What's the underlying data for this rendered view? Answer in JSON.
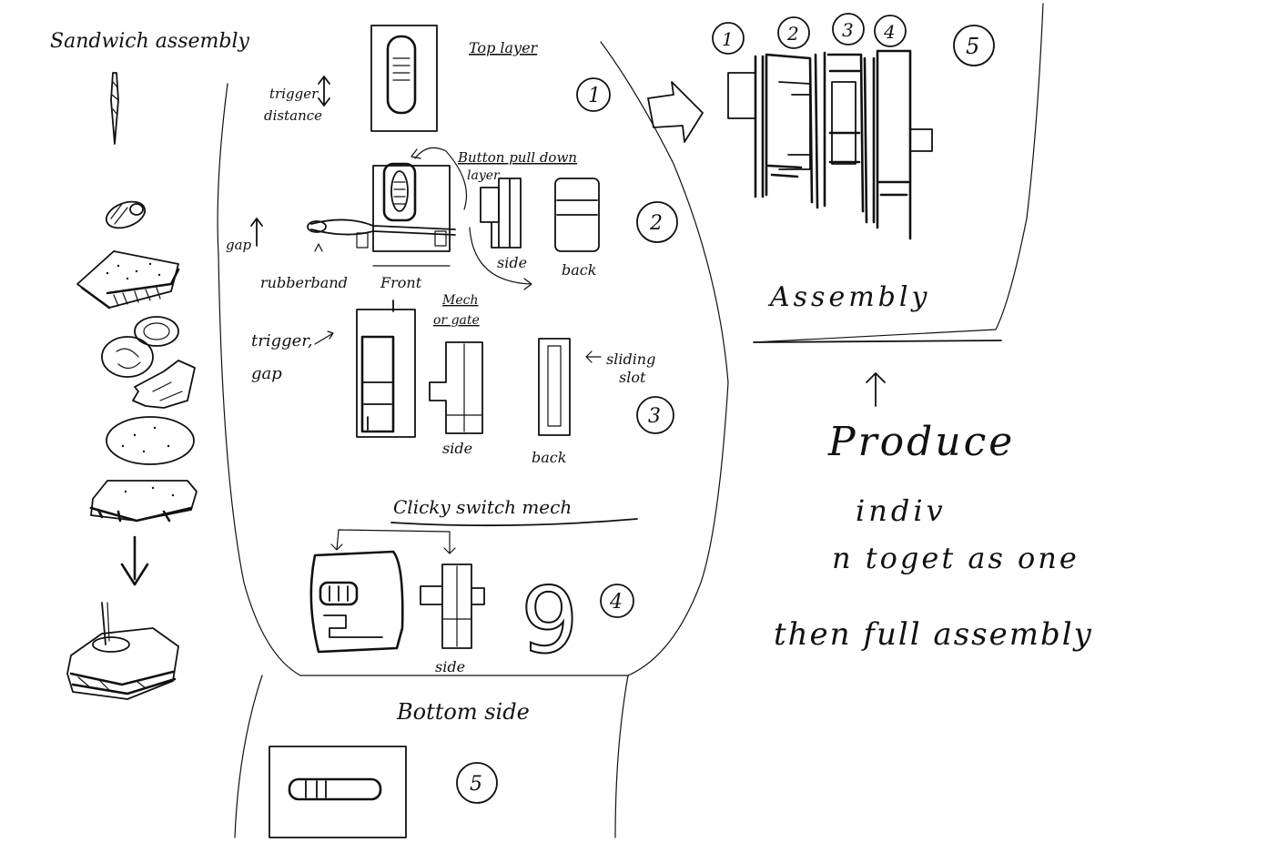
{
  "sandwich": {
    "title": "Sandwich assembly"
  },
  "steps": {
    "s1": {
      "number": "1",
      "title": "Top layer",
      "note_line1": "trigger",
      "note_line2": "distance"
    },
    "s2": {
      "number": "2",
      "title": "Button pull down",
      "subtitle": "layer",
      "gap": "gap",
      "rubberband": "rubberband",
      "front": "Front",
      "side": "side",
      "back": "back"
    },
    "s3": {
      "number": "3",
      "title_line1": "Mech",
      "title_line2": "or gate",
      "trigger_line1": "trigger,",
      "trigger_line2": "gap",
      "slot_line1": "sliding",
      "slot_line2": "slot",
      "side": "side",
      "back": "back"
    },
    "s4": {
      "number": "4",
      "title": "Clicky switch mech",
      "side": "side",
      "glyph": "9"
    },
    "s5": {
      "number": "5",
      "title": "Bottom side"
    }
  },
  "assembly": {
    "labels": [
      "1",
      "2",
      "3",
      "4",
      "5"
    ],
    "title": "Assembly"
  },
  "notes": {
    "line1": "Produce",
    "line2": "indiv",
    "line3": "n toget  as one",
    "line4": "then full assembly"
  }
}
